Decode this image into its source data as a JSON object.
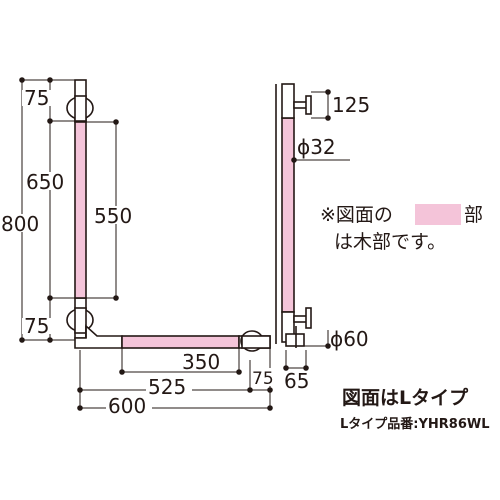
{
  "colors": {
    "line": "#231815",
    "wood": "#f4c4d9",
    "metal": "#ffffff"
  },
  "dimensions": {
    "left_top_75": "75",
    "left_650": "650",
    "left_800": "800",
    "left_550": "550",
    "left_bottom_75": "75",
    "bottom_350": "350",
    "bottom_75": "75",
    "bottom_525": "525",
    "bottom_600": "600",
    "side_125": "125",
    "side_phi32": "ϕ32",
    "side_phi60": "ϕ60",
    "side_65": "65"
  },
  "note": {
    "line1_prefix": "※図面の",
    "line1_suffix": "部",
    "line2": "は木部です。"
  },
  "caption": {
    "title": "図面はLタイプ",
    "product_code": "Lタイプ品番:YHR86WL"
  }
}
